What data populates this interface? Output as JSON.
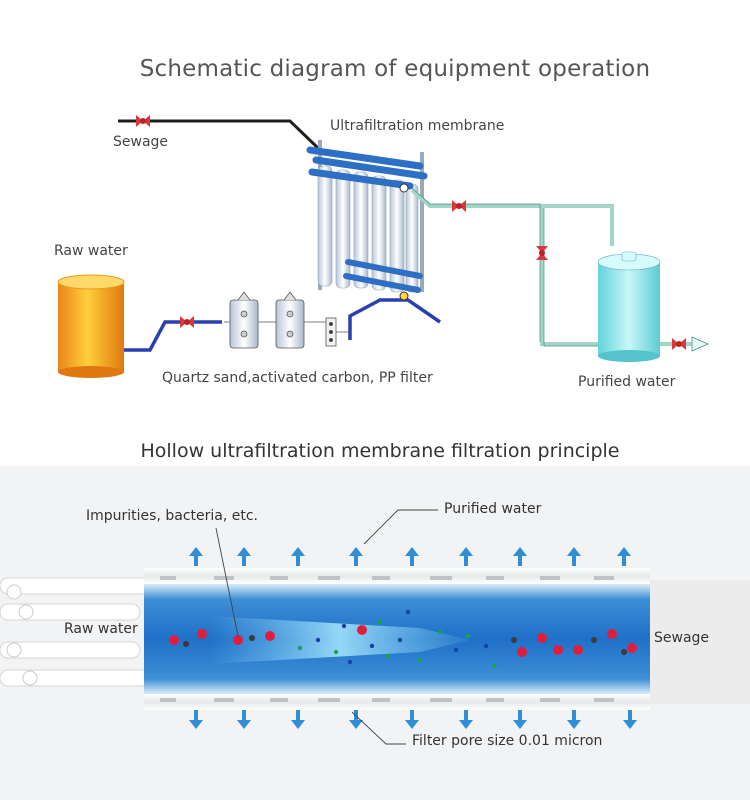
{
  "top": {
    "title": "Schematic diagram of equipment operation",
    "labels": {
      "sewage": "Sewage",
      "uf_membrane": "Ultrafiltration membrane",
      "raw_water": "Raw water",
      "pretreatment": "Quartz sand,activated carbon, PP filter",
      "purified_water": "Purified water"
    }
  },
  "bottom": {
    "title": "Hollow ultrafiltration membrane filtration principle",
    "labels": {
      "impurities": "Impurities, bacteria, etc.",
      "purified_water": "Purified water",
      "raw_water": "Raw water",
      "sewage": "Sewage",
      "pore_size": "Filter pore size 0.01 micron"
    }
  },
  "colors": {
    "pipe_dark": "#1e1e1e",
    "pipe_blue": "#2a3fb0",
    "pipe_green": "#9fd6c8",
    "valve_red": "#d9363e",
    "tank_orange": "#f5a21b",
    "tank_cyan": "#8ee6ec",
    "arrow_blue": "#2d8fd8",
    "particle_red": "#e01e3c"
  }
}
